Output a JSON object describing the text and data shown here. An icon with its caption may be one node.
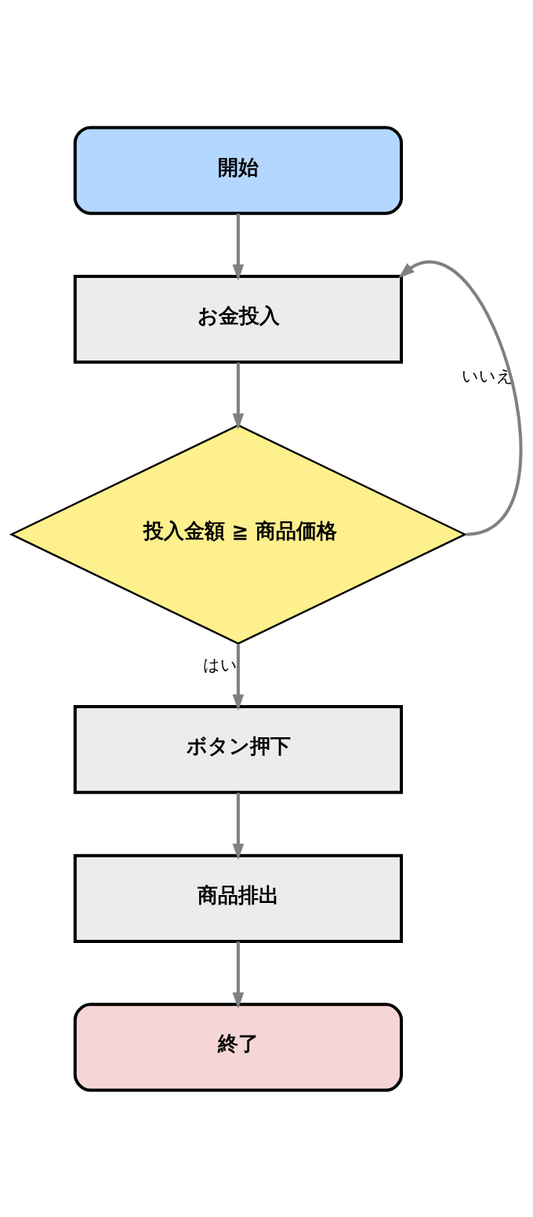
{
  "diagram": {
    "nodes": [
      {
        "text": [
          "開始"
        ]
      },
      {
        "text": [
          "お金投入"
        ]
      },
      {
        "text": [
          "投入金額 ≧ 商品価格"
        ]
      },
      {
        "text": [
          "ボタン押下"
        ]
      },
      {
        "text": [
          "商品排出"
        ]
      },
      {
        "text": [
          "終了"
        ]
      }
    ],
    "edges": [
      {
        "from": 0,
        "to": 1,
        "arrow": "to"
      },
      {
        "from": 1,
        "to": 2,
        "arrow": "to"
      },
      {
        "from": 2,
        "to": 3,
        "arrow": "to",
        "label": "はい"
      },
      {
        "from": 3,
        "to": 4,
        "arrow": "to"
      },
      {
        "from": 4,
        "to": 5,
        "arrow": "to"
      },
      {
        "from": 2,
        "to": 1,
        "arrow": "to",
        "label": "いいえ"
      }
    ]
  }
}
